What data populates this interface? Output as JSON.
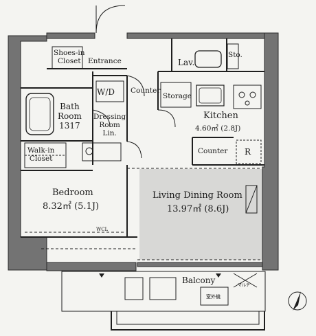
{
  "rooms": {
    "shoes_in_closet": "Shoes-in\nCloset",
    "entrance": "Entrance",
    "lav": "Lav.",
    "sto": "Sto.",
    "wd": "W/D",
    "counter_hall": "Counter",
    "storage": "Storage",
    "bath_room": "Bath\nRoom\n1317",
    "dressing_room": "Dressing\nRoom\nLin.",
    "kitchen_name": "Kitchen",
    "kitchen_area": "4.60㎡ (2.8J)",
    "counter_kitchen": "Counter",
    "fridge_marker": "R",
    "walk_in_closet": "Walk-in\nCloset",
    "bedroom_name": "Bedroom",
    "bedroom_area": "8.32㎡ (5.1J)",
    "wcl": "WCL",
    "living_name": "Living Dining Room",
    "living_area": "13.97㎡ (8.6J)",
    "balcony": "Balcony",
    "balcony_tag": "マルチ",
    "balcony_box": "室外機"
  },
  "colors": {
    "wall": "#6f6f6f",
    "floor_shade": "#d9d9d7",
    "line": "#1e1e1e",
    "background": "#f4f4f1"
  },
  "symbols": {
    "north_arrow": "north-arrow-icon",
    "drainage_marker": "triangle-marker-icon"
  }
}
